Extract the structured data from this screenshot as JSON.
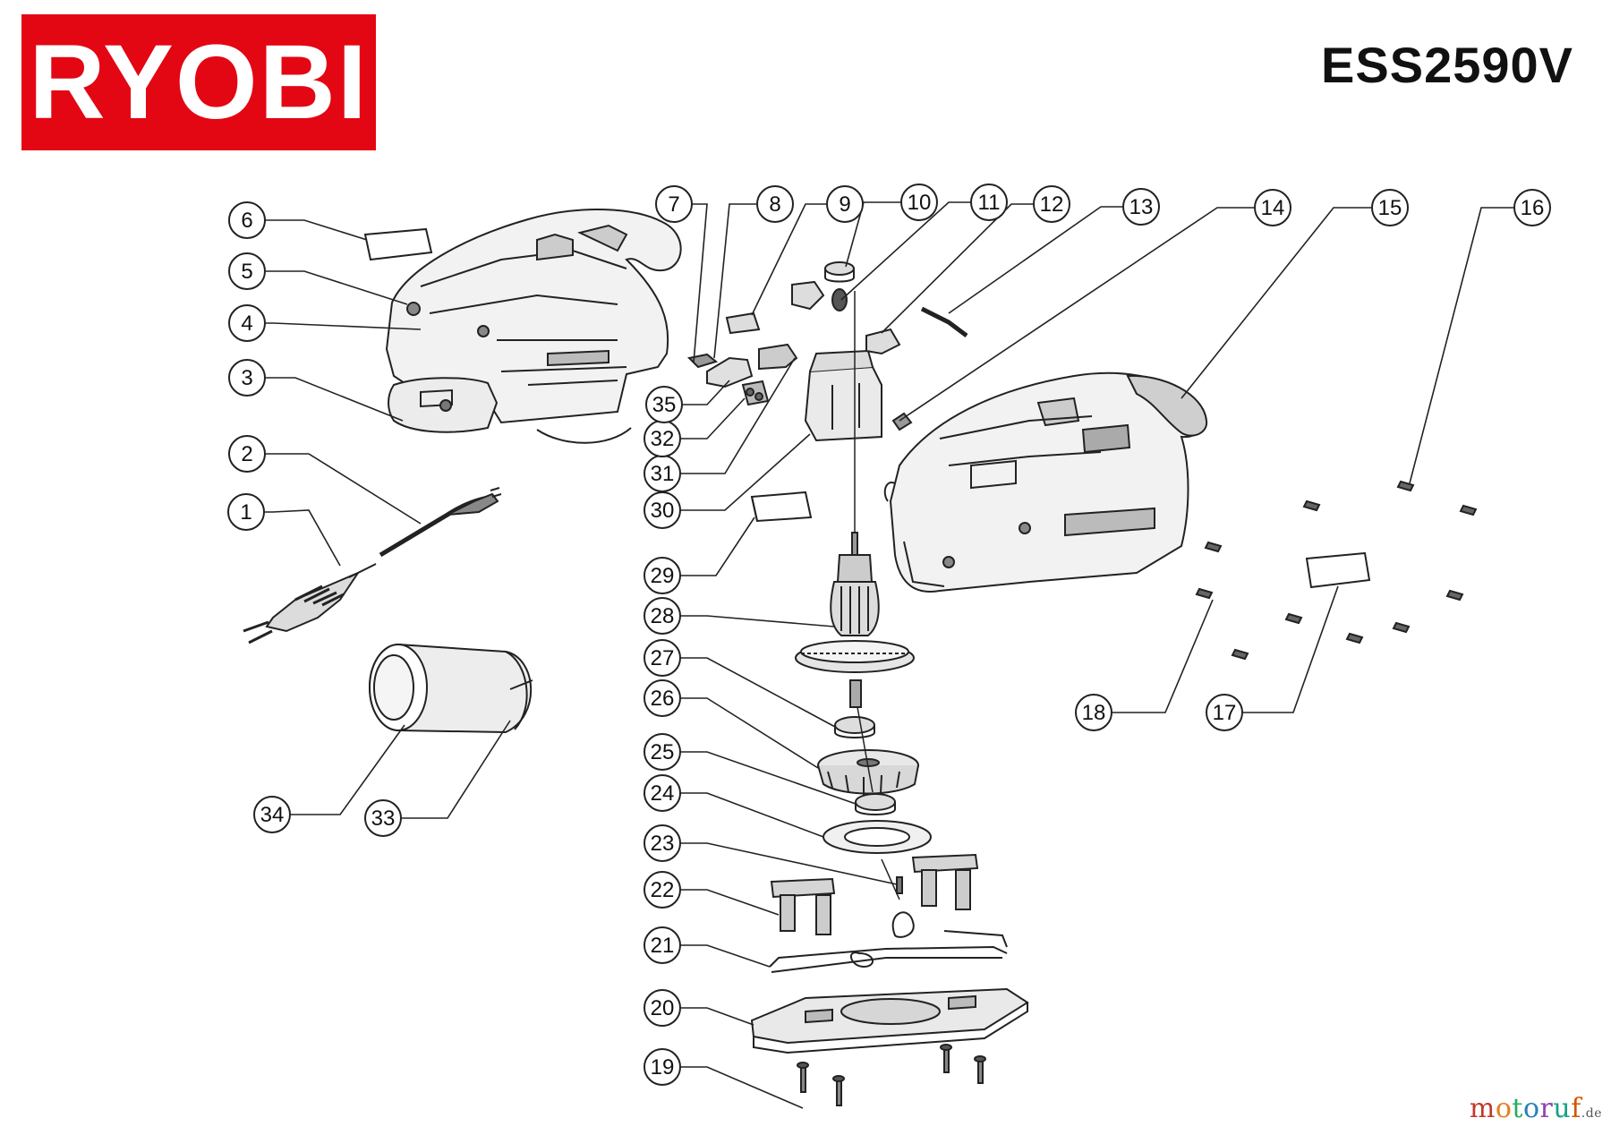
{
  "header": {
    "brand": "RYOBI",
    "model": "ESS2590V"
  },
  "watermark": {
    "letters": [
      "m",
      "o",
      "t",
      "o",
      "r",
      "u",
      "f"
    ],
    "letter_colors": [
      "#c0392b",
      "#e67e22",
      "#27ae60",
      "#2980b9",
      "#8e44ad",
      "#16a085",
      "#d35400"
    ],
    "tld": ".de"
  },
  "colors": {
    "brand_red": "#e30613",
    "line": "#222222",
    "part_fill": "#efefef",
    "part_dark": "#555555"
  },
  "callouts": [
    {
      "id": "callout-1",
      "label": "1"
    },
    {
      "id": "callout-2",
      "label": "2"
    },
    {
      "id": "callout-3",
      "label": "3"
    },
    {
      "id": "callout-4",
      "label": "4"
    },
    {
      "id": "callout-5",
      "label": "5"
    },
    {
      "id": "callout-6",
      "label": "6"
    },
    {
      "id": "callout-7",
      "label": "7"
    },
    {
      "id": "callout-8",
      "label": "8"
    },
    {
      "id": "callout-9",
      "label": "9"
    },
    {
      "id": "callout-10",
      "label": "10"
    },
    {
      "id": "callout-11",
      "label": "11"
    },
    {
      "id": "callout-12",
      "label": "12"
    },
    {
      "id": "callout-13",
      "label": "13"
    },
    {
      "id": "callout-14",
      "label": "14"
    },
    {
      "id": "callout-15",
      "label": "15"
    },
    {
      "id": "callout-16",
      "label": "16"
    },
    {
      "id": "callout-17",
      "label": "17"
    },
    {
      "id": "callout-18",
      "label": "18"
    },
    {
      "id": "callout-19",
      "label": "19"
    },
    {
      "id": "callout-20",
      "label": "20"
    },
    {
      "id": "callout-21",
      "label": "21"
    },
    {
      "id": "callout-22",
      "label": "22"
    },
    {
      "id": "callout-23",
      "label": "23"
    },
    {
      "id": "callout-24",
      "label": "24"
    },
    {
      "id": "callout-25",
      "label": "25"
    },
    {
      "id": "callout-26",
      "label": "26"
    },
    {
      "id": "callout-27",
      "label": "27"
    },
    {
      "id": "callout-28",
      "label": "28"
    },
    {
      "id": "callout-29",
      "label": "29"
    },
    {
      "id": "callout-30",
      "label": "30"
    },
    {
      "id": "callout-31",
      "label": "31"
    },
    {
      "id": "callout-32",
      "label": "32"
    },
    {
      "id": "callout-33",
      "label": "33"
    },
    {
      "id": "callout-34",
      "label": "34"
    },
    {
      "id": "callout-35",
      "label": "35"
    }
  ]
}
